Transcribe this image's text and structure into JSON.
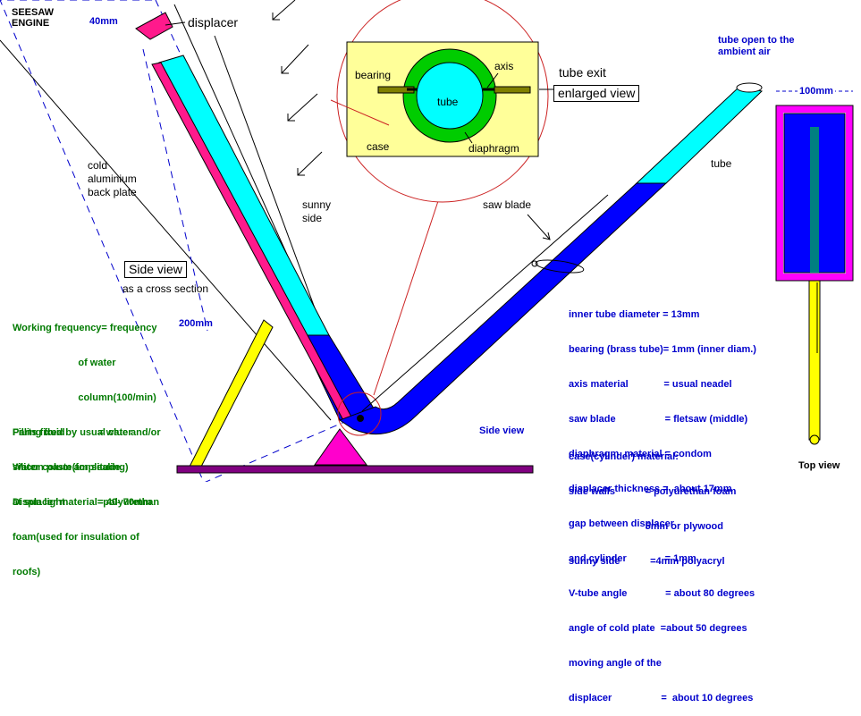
{
  "title": "SEESAW\nENGINE",
  "labels": {
    "displacer": "displacer",
    "dim_40": "40mm",
    "cold_plate": "cold\naluminium\nback plate",
    "sunny_side": "sunny\nside",
    "side_view_box": "Side view",
    "cross_section": "as a cross section",
    "dim_200": "200mm",
    "tube_open": "tube open to the\nambient air",
    "tube": "tube",
    "saw_blade": "saw blade",
    "tube_exit": "tube exit",
    "enlarged_view": "enlarged view",
    "side_view_bottom": "Side view",
    "top_view": "Top view",
    "dim_100": "100mm"
  },
  "enlarged": {
    "bearing": "bearing",
    "axis": "axis",
    "tube": "tube",
    "case": "case",
    "diaphragm": "diaphragm"
  },
  "notes_left": [
    "Working frequency= frequency",
    "                        of water",
    "                        column(100/min)",
    "Filling fluid            = water",
    "Water colum amplitude",
    "at sun light            = 40- 70mm"
  ],
  "notes_parts": [
    "Parts fixed by usual clue and/or",
    "silicon paste(for sealing)",
    "Displacer material=polyurethan",
    "foam(used for insulation of",
    "roofs)"
  ],
  "specs": [
    "inner tube diameter = 13mm",
    "bearing (brass tube)= 1mm (inner diam.)",
    "axis material             = usual neadel",
    "saw blade                  = fletsaw (middle)",
    "diaphragm  material = condom",
    "displacer thickness =  about 17mm",
    "gap between displacer",
    "and cylinder              = 1mm",
    "V-tube angle              = about 80 degrees",
    "angle of cold plate  =about 50 degrees",
    "moving angle of the",
    "displacer                  =  about 10 degrees"
  ],
  "case_material": [
    "case(cylinder) material:",
    "side walls           = polyurethan foam",
    "                            5mm or plywood",
    "sunny side           =4mm polyacryl"
  ],
  "colors": {
    "cyan": "#00ffff",
    "blue": "#0000ff",
    "magenta": "#ff00cc",
    "pink": "#ff1a8c",
    "yellow": "#ffff00",
    "purple": "#800080",
    "green": "#00cc00",
    "olive": "#808000",
    "lightyellow": "#ffff99",
    "circle_red": "#cc2222"
  }
}
